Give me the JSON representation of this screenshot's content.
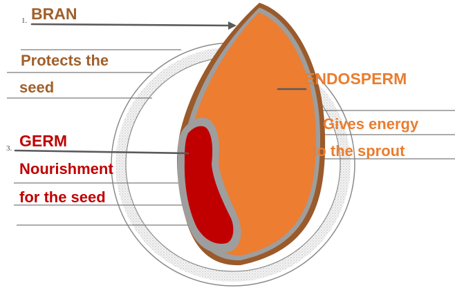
{
  "labels": {
    "num1": "1.",
    "bran": "BRAN",
    "bran_desc_1": "Protects the",
    "bran_desc_2": "seed",
    "endosperm": "ENDOSPERM",
    "endo_desc_1": "Gives energy",
    "endo_desc_2": "to the sprout",
    "num3": "3.",
    "germ": "GERM",
    "germ_desc_1": "Nourishment",
    "germ_desc_2": "for the seed"
  },
  "colors": {
    "bran_text": "#a0602a",
    "endosperm_text": "#ea7d2f",
    "germ_text": "#c00000",
    "endosperm_fill": "#ed7d31",
    "germ_fill": "#c00000",
    "bran_outline": "#9b5a2a",
    "inner_layer": "#9e9e9e",
    "pointer_line": "#5a5a5a"
  }
}
